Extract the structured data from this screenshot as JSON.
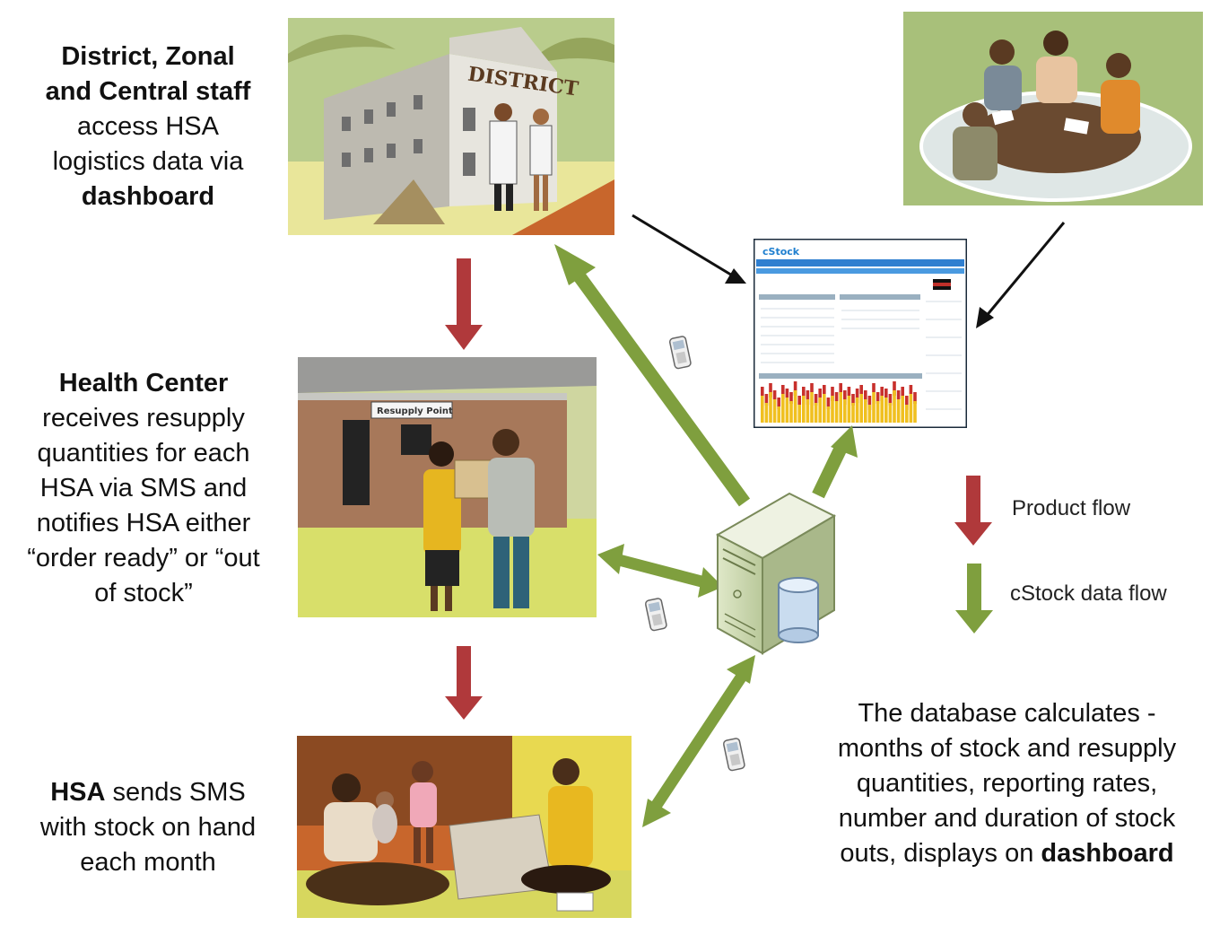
{
  "labels": {
    "district": {
      "line1": "District, Zonal",
      "line2": "and Central staff",
      "line3": "access HSA",
      "line4": "logistics data via",
      "line5": "dashboard"
    },
    "health_center": {
      "line1": "Health Center",
      "line2": "receives resupply",
      "line3": "quantities for each",
      "line4": "HSA via SMS and",
      "line5": "notifies HSA either",
      "line6": "“order ready” or “out",
      "line7": "of stock”"
    },
    "hsa": {
      "bold": "HSA",
      "line1_rest": " sends SMS",
      "line2": "with stock on hand",
      "line3": "each month"
    },
    "database": {
      "line1": "The database calculates -",
      "line2": "months of stock and resupply",
      "line3": "quantities, reporting rates,",
      "line4": "number and duration of stock",
      "line5_pre": "outs, displays on ",
      "line5_bold": "dashboard"
    }
  },
  "signs": {
    "district": "DISTRICT",
    "resupply": "Resupply Point",
    "dashboard_logo": "cStock"
  },
  "legend": {
    "product_flow": "Product flow",
    "data_flow": "cStock data flow"
  },
  "colors": {
    "product_arrow": "#b0393b",
    "data_arrow": "#7f9f3e",
    "black_arrow": "#111111",
    "scene_green": "#a9c07a",
    "scene_orange": "#c8662c"
  },
  "icons": [
    "mobile-phone-icon",
    "server-icon",
    "database-cylinder-icon"
  ]
}
